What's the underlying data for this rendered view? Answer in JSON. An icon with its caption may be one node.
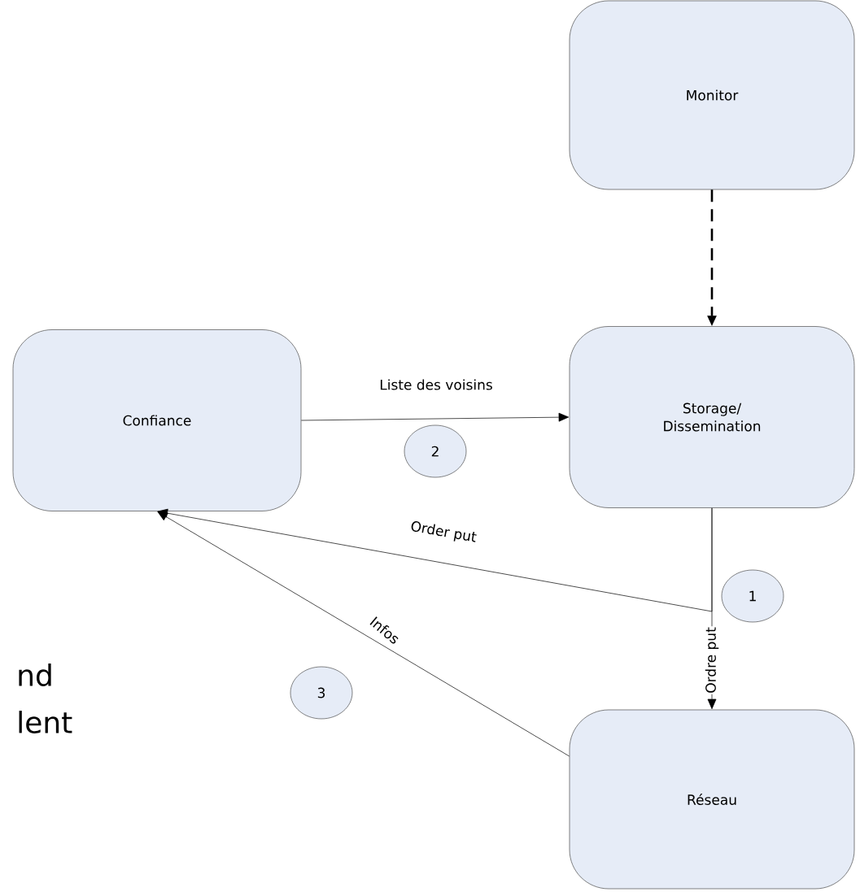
{
  "diagram": {
    "nodes": [
      {
        "text": [
          "Monitor"
        ]
      },
      {
        "text": [
          "Confiance"
        ]
      },
      {
        "text": [
          "Storage/ Dissemination"
        ]
      },
      {
        "text": [
          "2"
        ]
      },
      {
        "text": [
          "1"
        ]
      },
      {
        "text": [
          "3"
        ]
      },
      {
        "text": [
          "Réseau"
        ]
      }
    ],
    "edges": [
      {
        "from": 0,
        "to": 2,
        "arrow": "to",
        "style": "dashed"
      },
      {
        "from": 1,
        "to": 2,
        "arrow": "to",
        "label": "Liste des voisins"
      },
      {
        "from": 2,
        "to": 6,
        "arrow": "to",
        "label": "Ordre put"
      },
      {
        "from": 2,
        "to": 1,
        "arrow": "to",
        "label": "Order put"
      },
      {
        "from": 6,
        "to": 1,
        "arrow": "to",
        "label": "Infos"
      }
    ],
    "labels": [
      "nd",
      "lent"
    ]
  }
}
